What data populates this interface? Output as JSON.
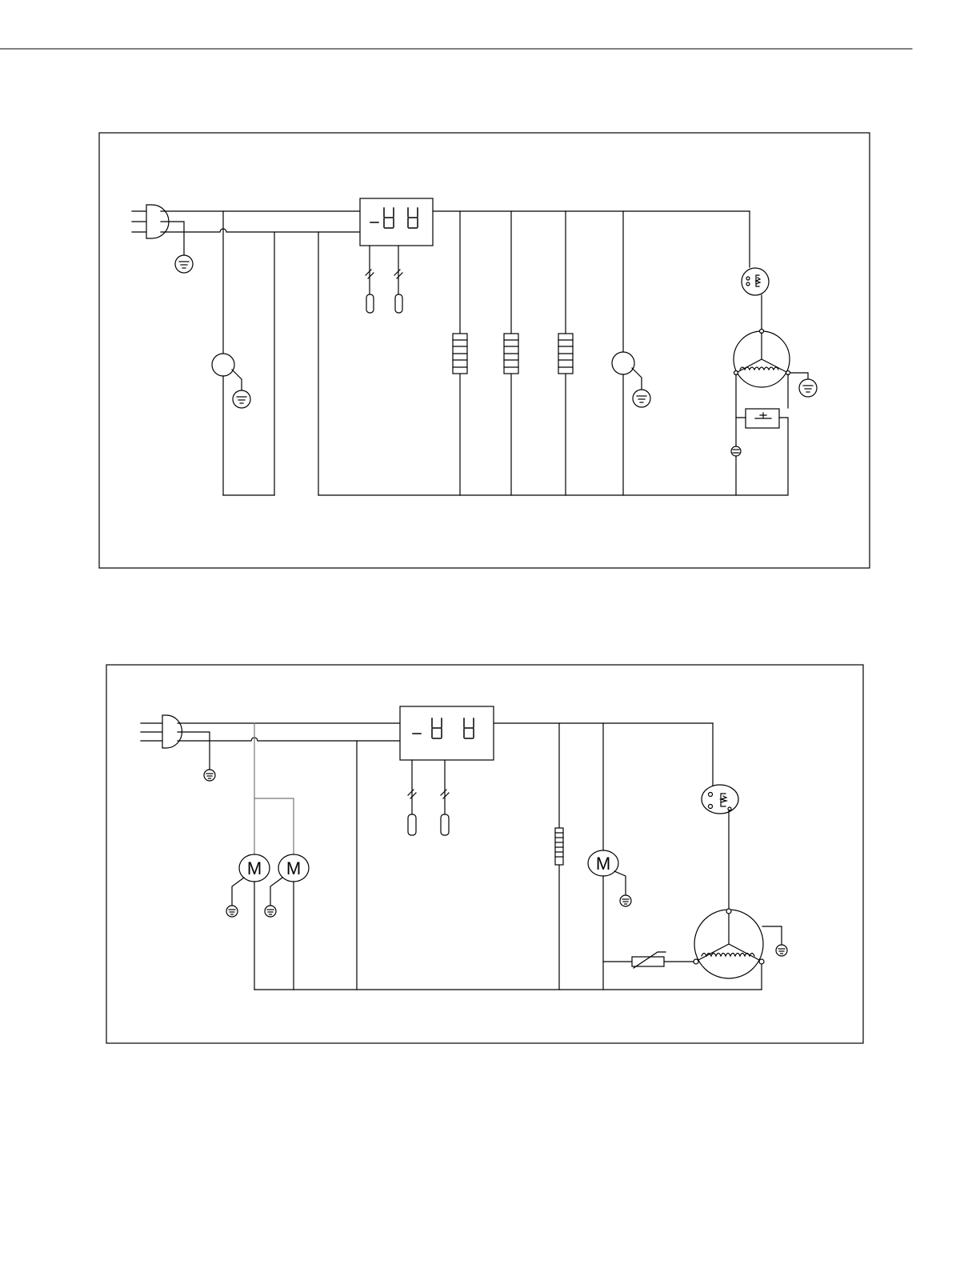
{
  "diagram1": {
    "display_text": "-",
    "motor_label": "",
    "components": [
      "plug",
      "ground-symbol",
      "fan",
      "control-board-display",
      "temperature-sensor",
      "defrost-heater",
      "overload-protector",
      "compressor",
      "ptc-starter",
      "capacitor"
    ]
  },
  "diagram2": {
    "display_text": "-",
    "motor_label": "M",
    "components": [
      "plug",
      "ground-symbol",
      "fan-motor",
      "control-board-display",
      "temperature-sensor",
      "defrost-heater",
      "overload-protector",
      "compressor",
      "ptc-thermistor"
    ]
  },
  "colors": {
    "line": "#000000",
    "background": "#ffffff"
  }
}
